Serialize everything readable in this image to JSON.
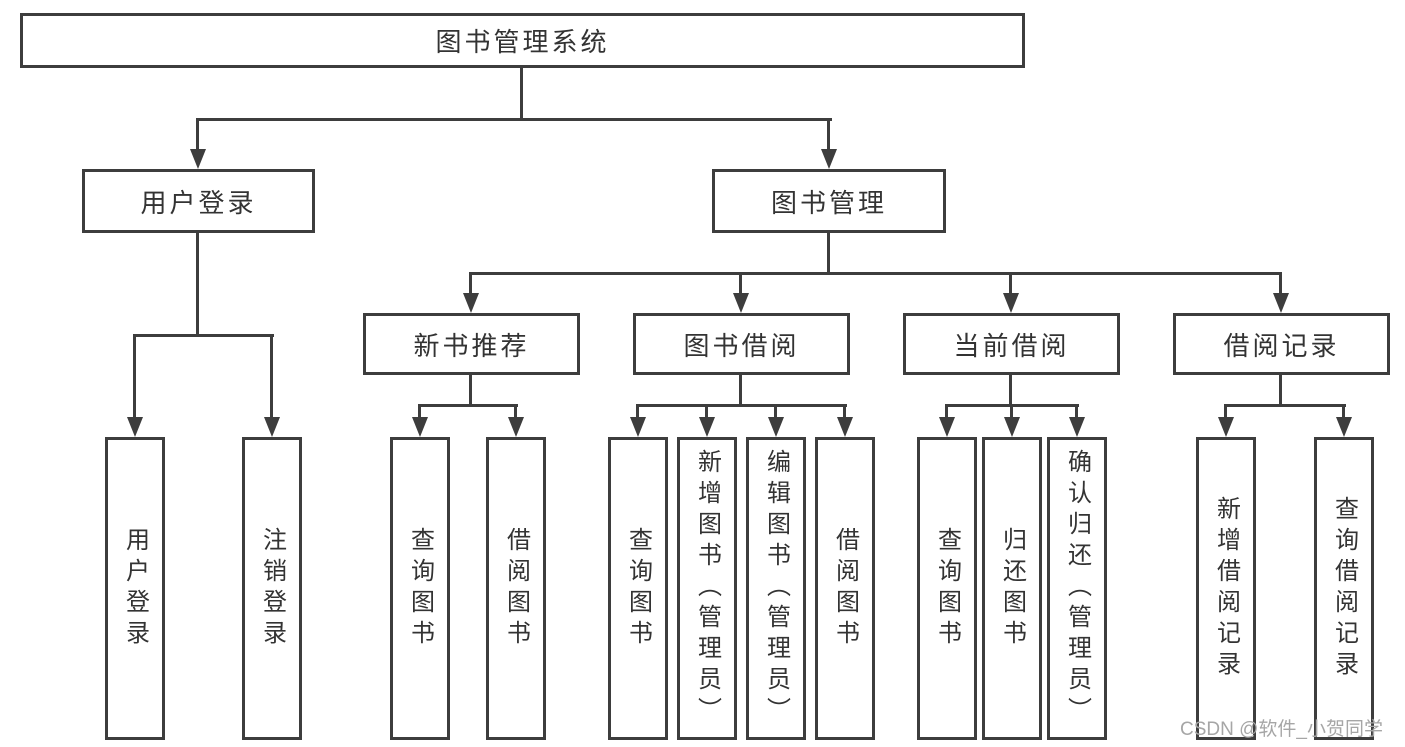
{
  "diagram": {
    "watermark": "CSDN @软件_小贺同学",
    "colors": {
      "line": "#3d3d3d",
      "text": "#333333",
      "background": "#ffffff",
      "watermark": "#a6a6a6"
    },
    "tree": {
      "root": {
        "label": "图书管理系统"
      },
      "branches": [
        {
          "label": "用户登录",
          "children": [
            "用户登录",
            "注销登录"
          ]
        },
        {
          "label": "图书管理",
          "sections": [
            {
              "label": "新书推荐",
              "children": [
                "查询图书",
                "借阅图书"
              ]
            },
            {
              "label": "图书借阅",
              "children": [
                "查询图书",
                "新增图书（管理员）",
                "编辑图书（管理员）",
                "借阅图书"
              ]
            },
            {
              "label": "当前借阅",
              "children": [
                "查询图书",
                "归还图书",
                "确认归还（管理员）"
              ]
            },
            {
              "label": "借阅记录",
              "children": [
                "新增借阅记录",
                "查询借阅记录"
              ]
            }
          ]
        }
      ]
    }
  }
}
